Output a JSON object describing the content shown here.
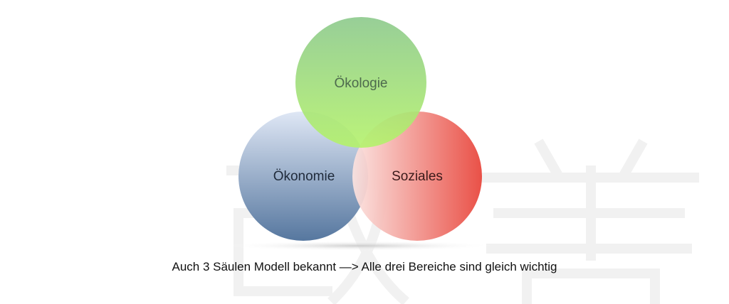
{
  "watermark": {
    "char1": "改",
    "char2": "善"
  },
  "diagram": {
    "circles": [
      {
        "label": "Ökologie",
        "color": "#8fd46a"
      },
      {
        "label": "Ökonomie",
        "color": "#5f7fab"
      },
      {
        "label": "Soziales",
        "color": "#e8453a"
      }
    ]
  },
  "caption": "Auch 3 Säulen Modell bekannt —> Alle drei Bereiche sind gleich wichtig"
}
